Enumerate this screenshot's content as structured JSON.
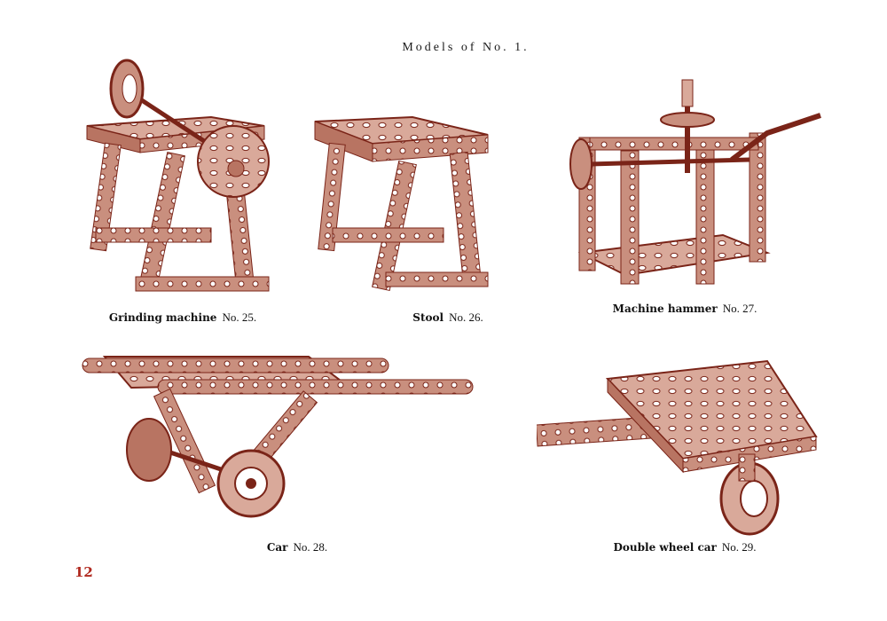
{
  "page_title": "Models of No. 1.",
  "page_number": "12",
  "ink_color": "#8b2b1f",
  "models": [
    {
      "name": "Grinding machine",
      "number": "No. 25."
    },
    {
      "name": "Stool",
      "number": "No. 26."
    },
    {
      "name": "Machine hammer",
      "number": "No. 27."
    },
    {
      "name": "Car",
      "number": "No. 28."
    },
    {
      "name": "Double wheel car",
      "number": "No. 29."
    }
  ]
}
